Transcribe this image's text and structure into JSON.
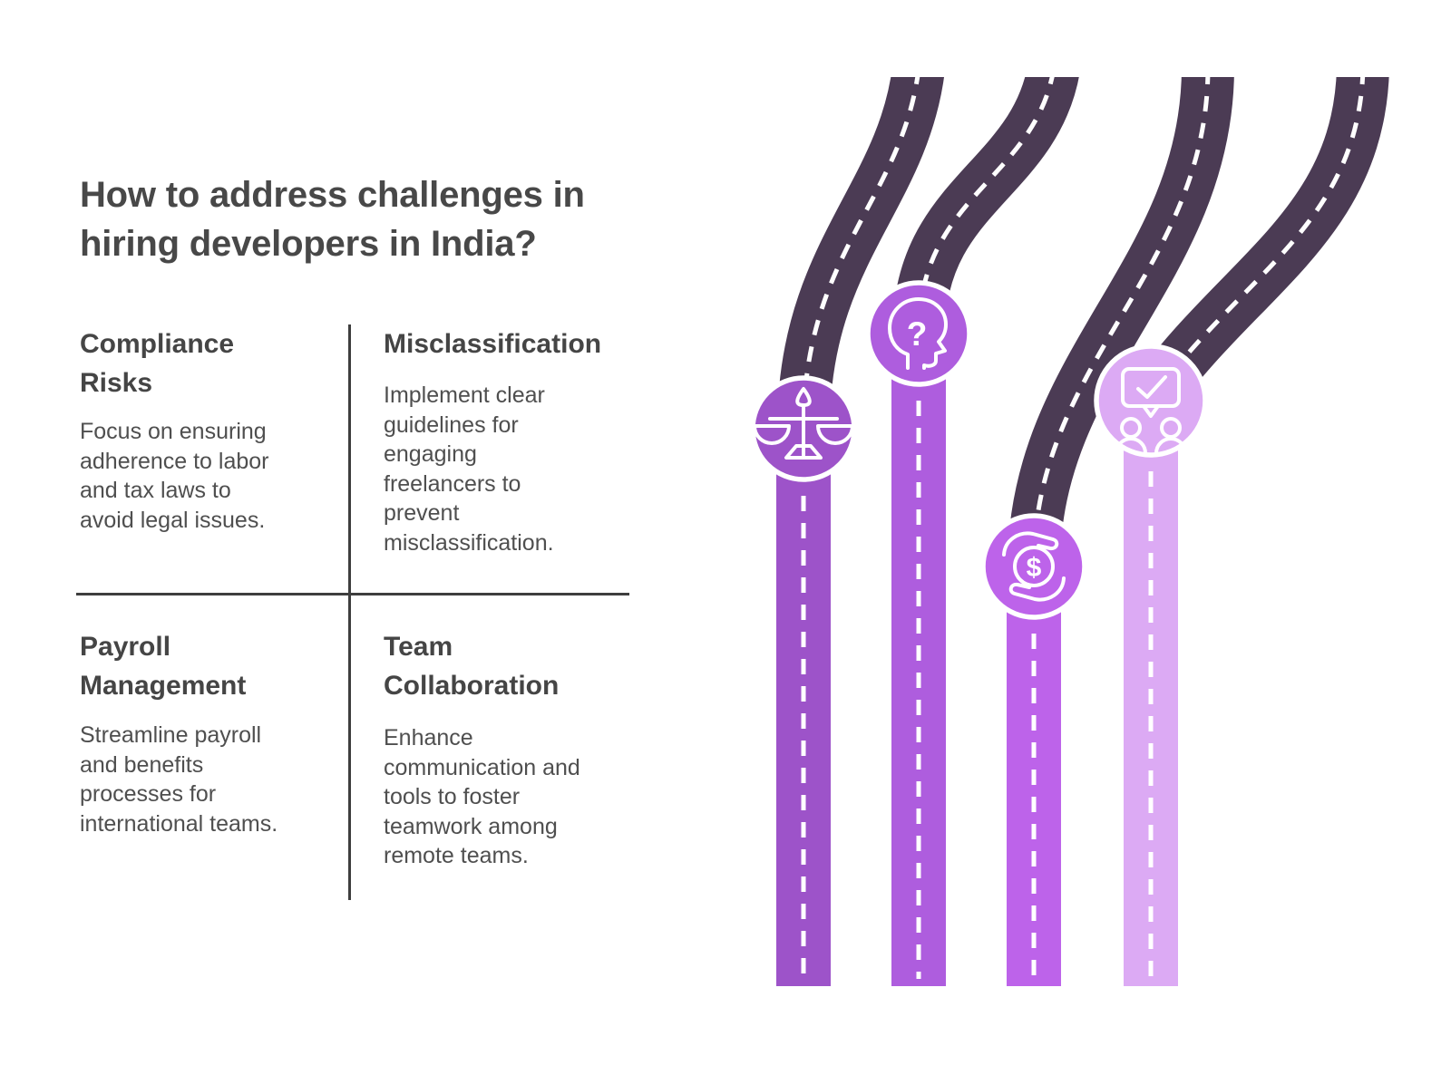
{
  "title": "How to address challenges in\nhiring developers in India?",
  "quadrants": [
    {
      "id": "compliance-risks",
      "heading": "Compliance\nRisks",
      "body": "Focus on ensuring\nadherence to labor\nand tax laws to\navoid legal issues."
    },
    {
      "id": "misclassification",
      "heading": "Misclassification",
      "body": "Implement clear\nguidelines for\nengaging\nfreelancers to\nprevent\nmisclassification."
    },
    {
      "id": "payroll-management",
      "heading": "Payroll\nManagement",
      "body": "Streamline payroll\nand benefits\nprocesses for\ninternational teams."
    },
    {
      "id": "team-collaboration",
      "heading": "Team\nCollaboration",
      "body": "Enhance\ncommunication and\ntools to foster\nteamwork among\nremote teams."
    }
  ],
  "colors": {
    "background": "#ffffff",
    "title_text": "#484848",
    "body_text": "#4f4f4f",
    "divider": "#3e3e3e",
    "road_dark": "#4b3b54",
    "road_dash": "#ffffff"
  },
  "illustration": {
    "lanes": [
      {
        "name": "compliance-risks",
        "icon": "scales-of-justice-icon",
        "color": "#9d53c9"
      },
      {
        "name": "misclassification",
        "icon": "head-question-icon",
        "color": "#ae5dde"
      },
      {
        "name": "payroll-management",
        "icon": "hand-dollar-icon",
        "color": "#bd63ea"
      },
      {
        "name": "team-collaboration",
        "icon": "presentation-team-icon",
        "color": "#dcaaf4"
      }
    ]
  }
}
